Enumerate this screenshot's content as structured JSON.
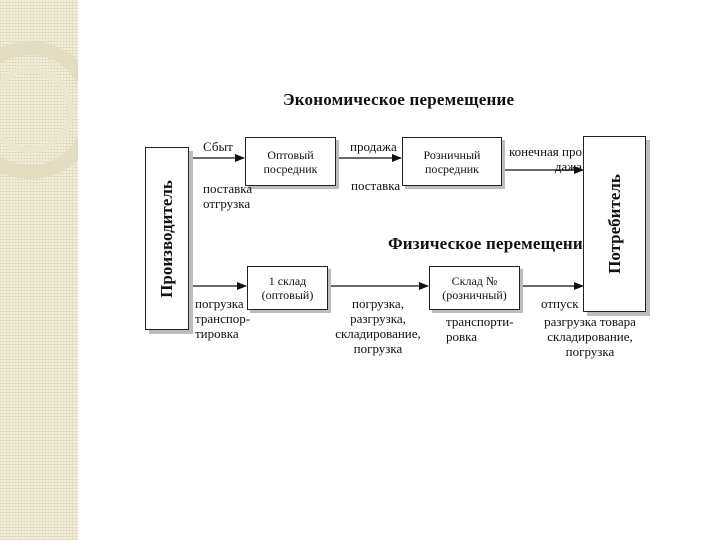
{
  "headings": {
    "economic": "Экономическое перемещение",
    "physical": "Физическое перемещение"
  },
  "nodes": {
    "producer": "Производитель",
    "consumer": "Потребитель",
    "wholesale_intermediary": [
      "Оптовый",
      "посредник"
    ],
    "retail_intermediary": [
      "Розничный",
      "посредник"
    ],
    "warehouse_1": [
      "1 склад",
      "(оптовый)"
    ],
    "warehouse_n": [
      "Склад №",
      "(розничный)"
    ]
  },
  "edge_labels": {
    "sales": "Сбыт",
    "delivery_shipment": [
      "поставка",
      "отгрузка"
    ],
    "sale": "продажа",
    "delivery": "поставка",
    "final_sale": [
      "конечная про",
      "дажа"
    ],
    "loading_transport": [
      "погрузка",
      "транспор-",
      "тировка"
    ],
    "loading_handling": [
      "погрузка,",
      "разгрузка,",
      "складирование,",
      "погрузка"
    ],
    "transport": [
      "транспорти-",
      "ровка"
    ],
    "release": "отпуск",
    "goods_handling": [
      "разгрузка товара",
      "складирование,",
      "погрузка"
    ]
  }
}
